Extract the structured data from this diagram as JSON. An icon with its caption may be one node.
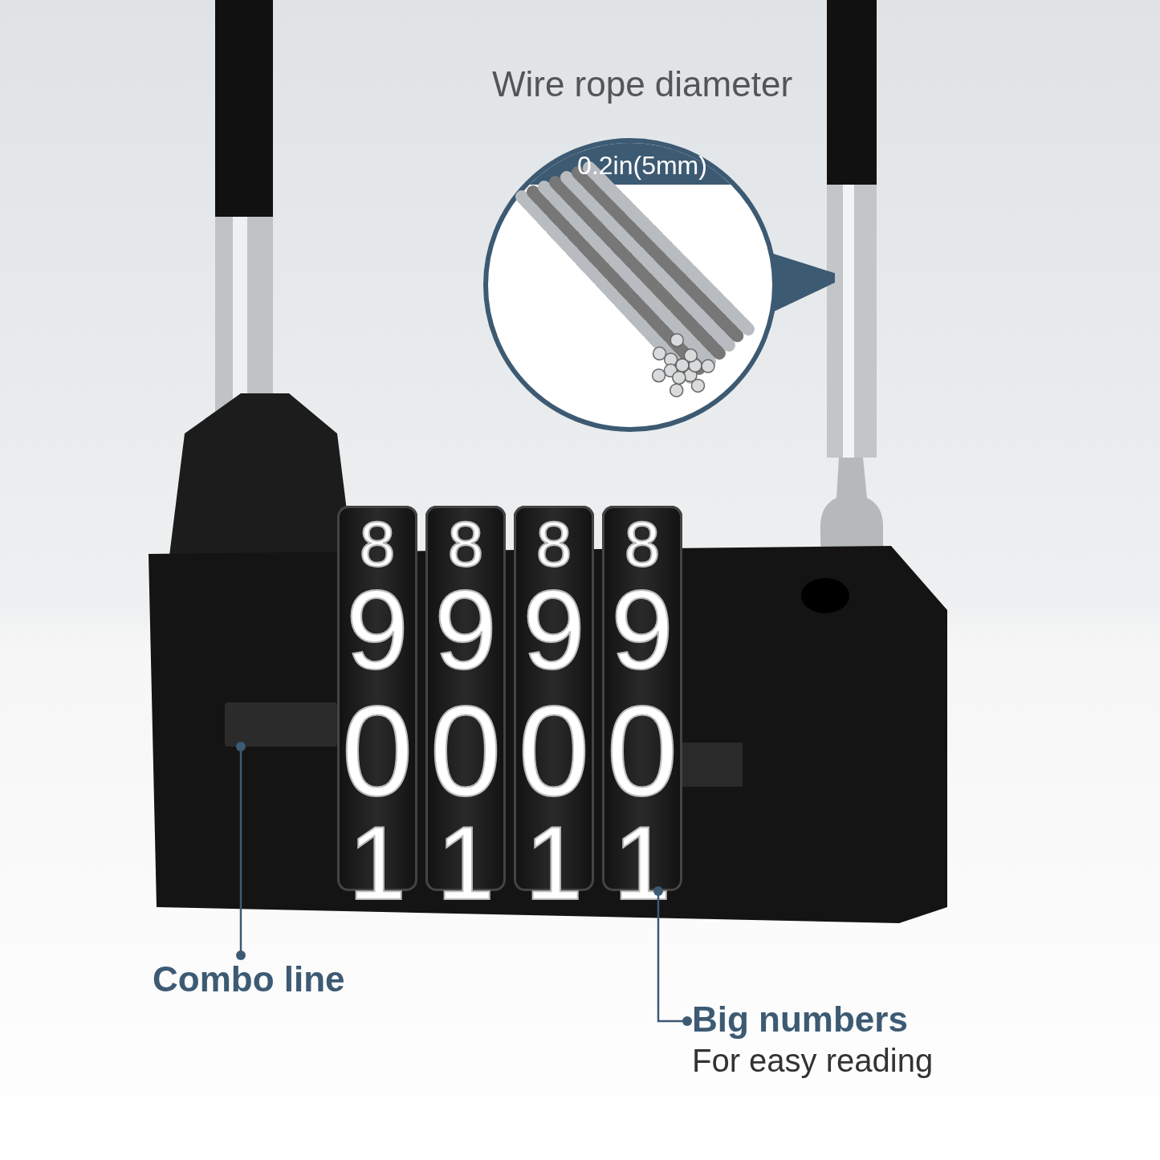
{
  "diagram": {
    "nodes": [
      {
        "text": [
          "Combo line"
        ]
      },
      {
        "text": [],
        "shape": "bar"
      },
      {
        "text": [
          "Big numbers",
          "For easy reading"
        ]
      },
      {
        "text": [],
        "shape": "cylinder"
      },
      {
        "text": [],
        "shape": "cylinder"
      },
      {
        "text": [],
        "shape": "cylinder"
      },
      {
        "text": [],
        "shape": "cylinder"
      },
      {
        "text": [
          "Wire rope diameter",
          "0.2in(5mm)"
        ]
      }
    ],
    "edges": [
      {
        "from": 0,
        "to": 1,
        "arrow": "other"
      },
      {
        "from": 2,
        "to": 6,
        "arrow": "other"
      }
    ],
    "labels": [
      "8",
      "8",
      "8",
      "8",
      "9",
      "9",
      "9",
      "9",
      "0",
      "0",
      "0",
      "0",
      "1",
      "1",
      "1",
      "1"
    ]
  }
}
